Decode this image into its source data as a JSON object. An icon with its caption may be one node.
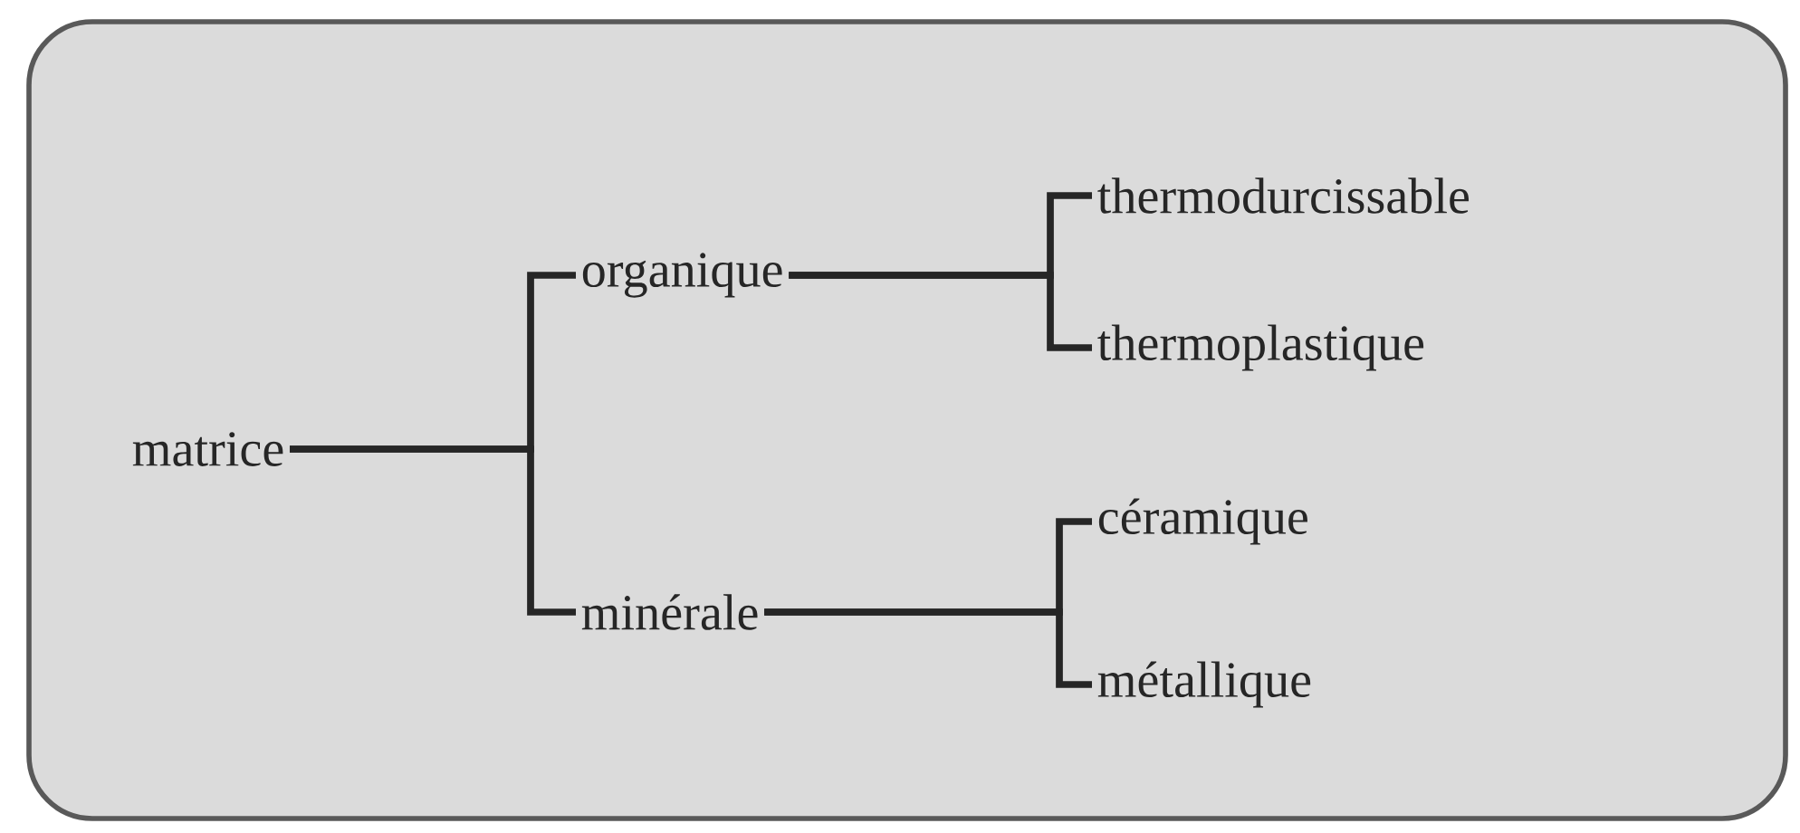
{
  "diagram": {
    "nodes": [
      {
        "text": [
          "matrice"
        ]
      },
      {
        "text": [
          "organique"
        ]
      },
      {
        "text": [
          "minérale"
        ]
      },
      {
        "text": [
          "thermodurcissable"
        ]
      },
      {
        "text": [
          "thermoplastique"
        ]
      },
      {
        "text": [
          "céramique"
        ]
      },
      {
        "text": [
          "métallique"
        ]
      }
    ],
    "edges": [
      {
        "from": 0,
        "to": 1,
        "arrow": "none"
      },
      {
        "from": 0,
        "to": 2,
        "arrow": "none"
      },
      {
        "from": 1,
        "to": 3,
        "arrow": "none"
      },
      {
        "from": 1,
        "to": 4,
        "arrow": "none"
      },
      {
        "from": 2,
        "to": 5,
        "arrow": "none"
      },
      {
        "from": 2,
        "to": 6,
        "arrow": "none"
      }
    ]
  }
}
